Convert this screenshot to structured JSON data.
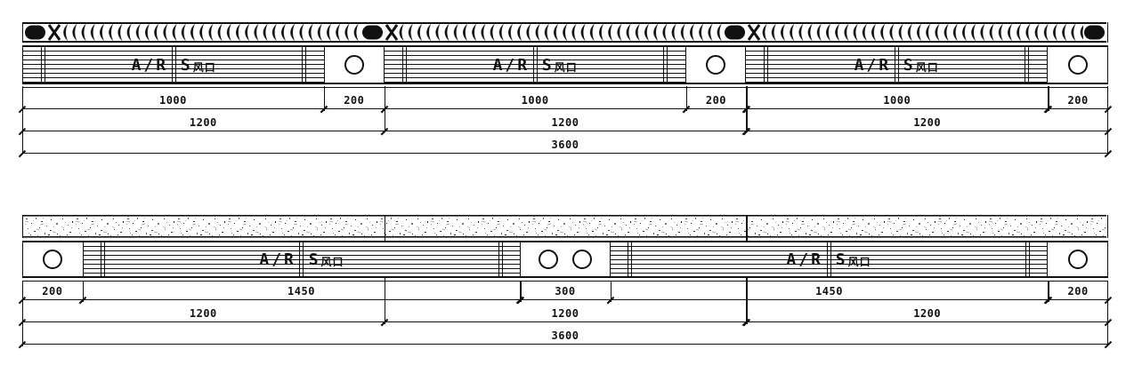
{
  "title": "linear-diffuser-elevation-drawing",
  "colors": {
    "line": "#111111",
    "background": "#ffffff"
  },
  "labels": {
    "vent_main": "A/R S",
    "vent_sub": "风口"
  },
  "drawing_top": {
    "dims_row1": [
      "1000",
      "200",
      "1000",
      "200",
      "1000",
      "200"
    ],
    "dims_row2": [
      "1200",
      "1200",
      "1200"
    ],
    "dim_total": "3600"
  },
  "drawing_bottom": {
    "dims_row1": [
      "200",
      "1450",
      "300",
      "1450",
      "200"
    ],
    "dims_row2": [
      "1200",
      "1200",
      "1200"
    ],
    "dim_total": "3600"
  }
}
